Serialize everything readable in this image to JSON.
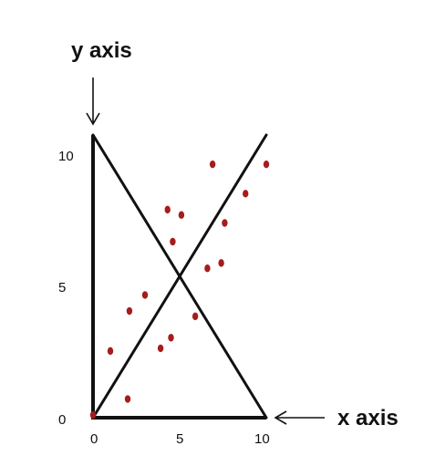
{
  "chart_data": {
    "type": "scatter",
    "xlabel": "x axis",
    "ylabel": "y axis",
    "xlim": [
      0,
      10
    ],
    "ylim": [
      0,
      10.6
    ],
    "x_ticks": [
      "0",
      "5",
      "10"
    ],
    "y_ticks": [
      "0",
      "5",
      "10"
    ],
    "grid": false,
    "points": [
      {
        "x": 0.0,
        "y": 0.1
      },
      {
        "x": 1.0,
        "y": 2.5
      },
      {
        "x": 2.0,
        "y": 0.7
      },
      {
        "x": 2.1,
        "y": 4.0
      },
      {
        "x": 3.0,
        "y": 4.6
      },
      {
        "x": 3.9,
        "y": 2.6
      },
      {
        "x": 4.3,
        "y": 7.8
      },
      {
        "x": 4.5,
        "y": 3.0
      },
      {
        "x": 4.6,
        "y": 6.6
      },
      {
        "x": 5.1,
        "y": 7.6
      },
      {
        "x": 5.9,
        "y": 3.8
      },
      {
        "x": 6.6,
        "y": 5.6
      },
      {
        "x": 6.9,
        "y": 9.5
      },
      {
        "x": 7.4,
        "y": 5.8
      },
      {
        "x": 7.6,
        "y": 7.3
      },
      {
        "x": 8.8,
        "y": 8.4
      },
      {
        "x": 10.0,
        "y": 9.5
      }
    ],
    "lines": [
      {
        "x": [
          0,
          10
        ],
        "y": [
          0,
          10.6
        ]
      },
      {
        "x": [
          0,
          10
        ],
        "y": [
          10.6,
          0
        ]
      }
    ],
    "colors": {
      "points": "#a61c1c",
      "lines": "#111111"
    }
  }
}
